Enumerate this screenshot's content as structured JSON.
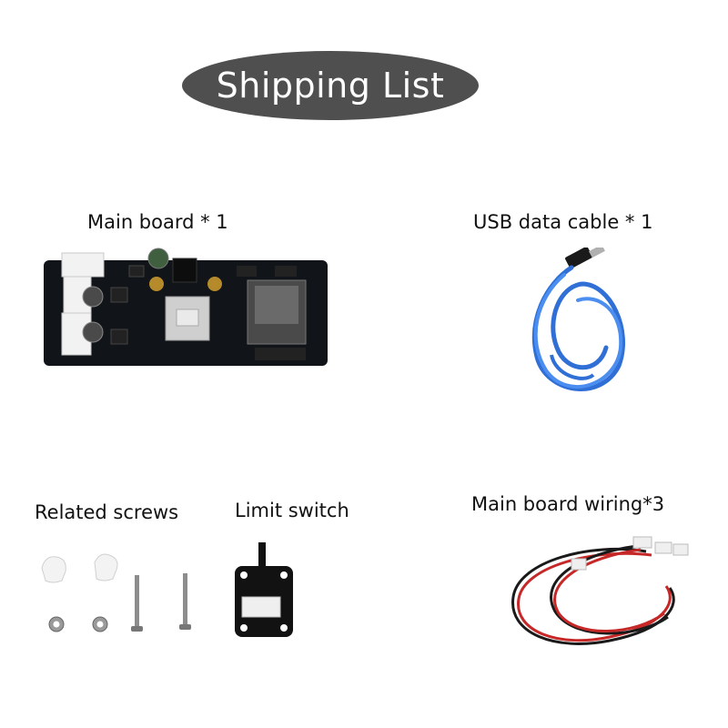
{
  "title": "Shipping List",
  "items": [
    {
      "label": "Main board * 1",
      "icon": "main-board-pcb"
    },
    {
      "label": "USB data cable * 1",
      "icon": "usb-cable-coil"
    },
    {
      "label": "Related screws",
      "icon": "screws-and-nuts"
    },
    {
      "label": "Limit switch",
      "icon": "limit-switch-module"
    },
    {
      "label": "Main board wiring*3",
      "icon": "wiring-harness"
    }
  ],
  "colors": {
    "pill": "#4f4f4f",
    "pcb": "#111418",
    "usb_cable": "#2f6fd6",
    "wire_red": "#c62828",
    "wire_black": "#1a1a1a"
  }
}
